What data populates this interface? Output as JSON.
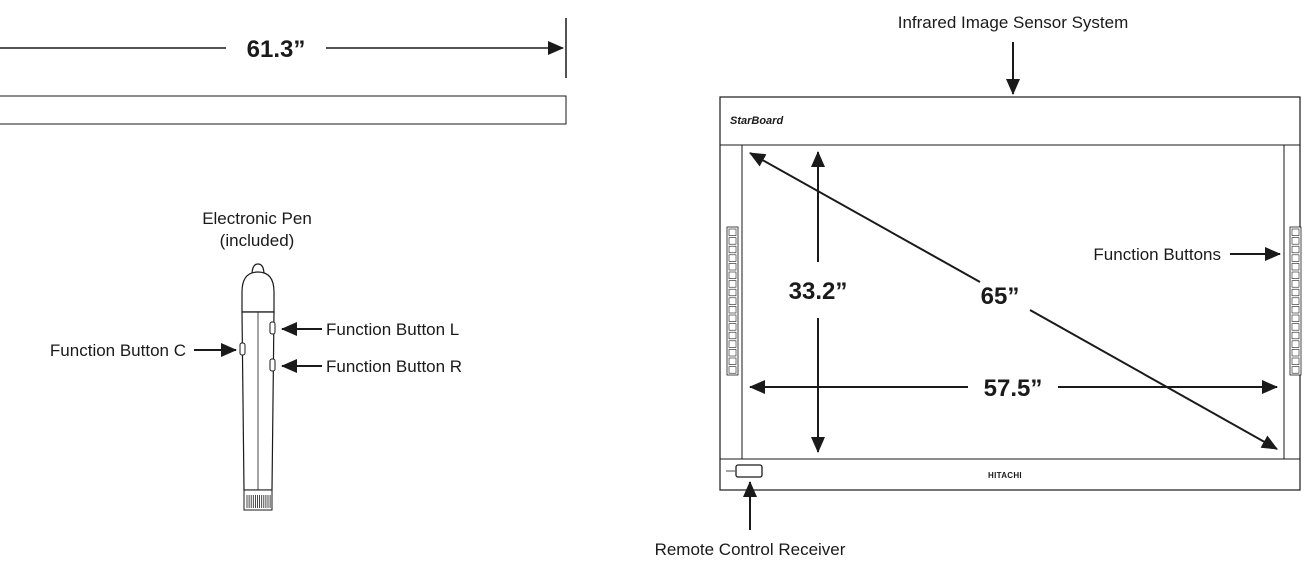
{
  "width_dimension": "61.3”",
  "pen": {
    "title_line1": "Electronic Pen",
    "title_line2": "(included)",
    "button_c": "Function Button C",
    "button_l": "Function Button L",
    "button_r": "Function Button R"
  },
  "board": {
    "sensor_label": "Infrared Image Sensor System",
    "brand": "StarBoard",
    "maker": "HITACHI",
    "function_buttons": "Function Buttons",
    "remote_receiver": "Remote Control Receiver",
    "height_dimension": "33.2”",
    "diagonal_dimension": "65”",
    "width_dimension": "57.5”"
  }
}
